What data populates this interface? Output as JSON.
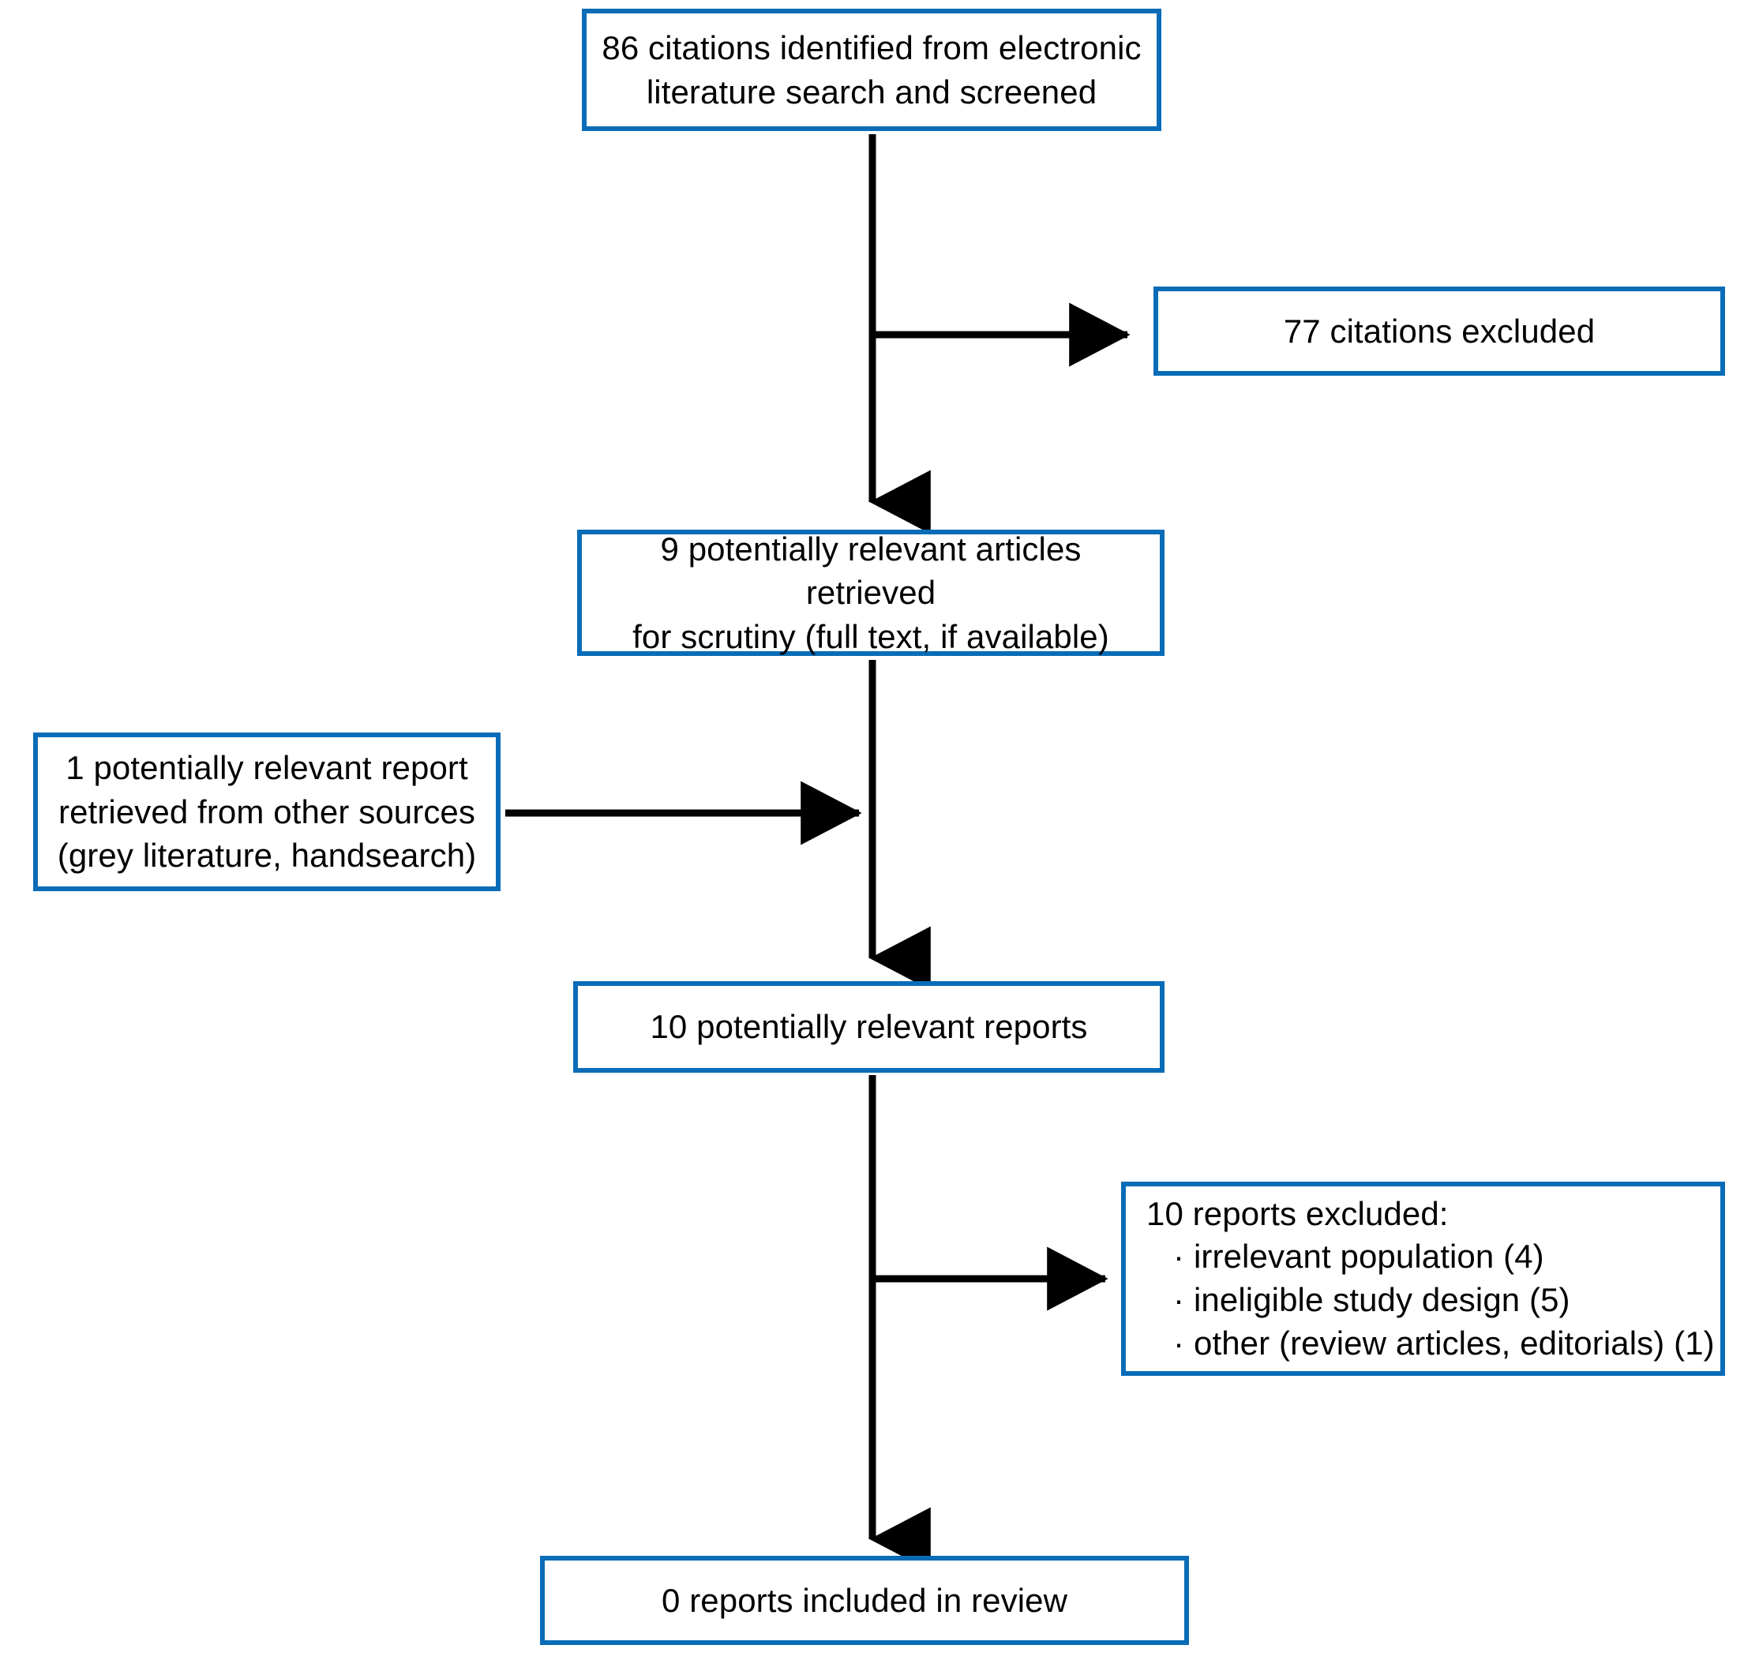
{
  "diagram": {
    "type": "prisma-flow-diagram",
    "title": "Study selection flow diagram",
    "accent_color": "#0a6cb7",
    "line_color": "#000000",
    "background_color": "#ffffff",
    "boxes": {
      "identified": {
        "id": "identified",
        "text": "86 citations identified from electronic\nliterature search and screened",
        "count": 86
      },
      "citations_excluded": {
        "id": "citations-excluded",
        "text": "77 citations excluded",
        "count": 77
      },
      "retrieved_for_scrutiny": {
        "id": "retrieved-for-scrutiny",
        "text": "9 potentially relevant articles retrieved\nfor scrutiny (full text, if available)",
        "count": 9
      },
      "other_sources": {
        "id": "other-sources",
        "text": "1 potentially relevant report\nretrieved from other sources\n(grey literature, handsearch)",
        "count": 1
      },
      "potentially_relevant_reports": {
        "id": "potentially-relevant-reports",
        "text": "10 potentially relevant reports",
        "count": 10
      },
      "reports_excluded": {
        "id": "reports-excluded",
        "heading": "10 reports excluded:",
        "count": 10,
        "bullet": "·",
        "items": [
          "irrelevant population (4)",
          "ineligible study design (5)",
          "other (review articles, editorials) (1)"
        ]
      },
      "included": {
        "id": "included",
        "text": "0 reports included in review",
        "count": 0
      }
    }
  }
}
